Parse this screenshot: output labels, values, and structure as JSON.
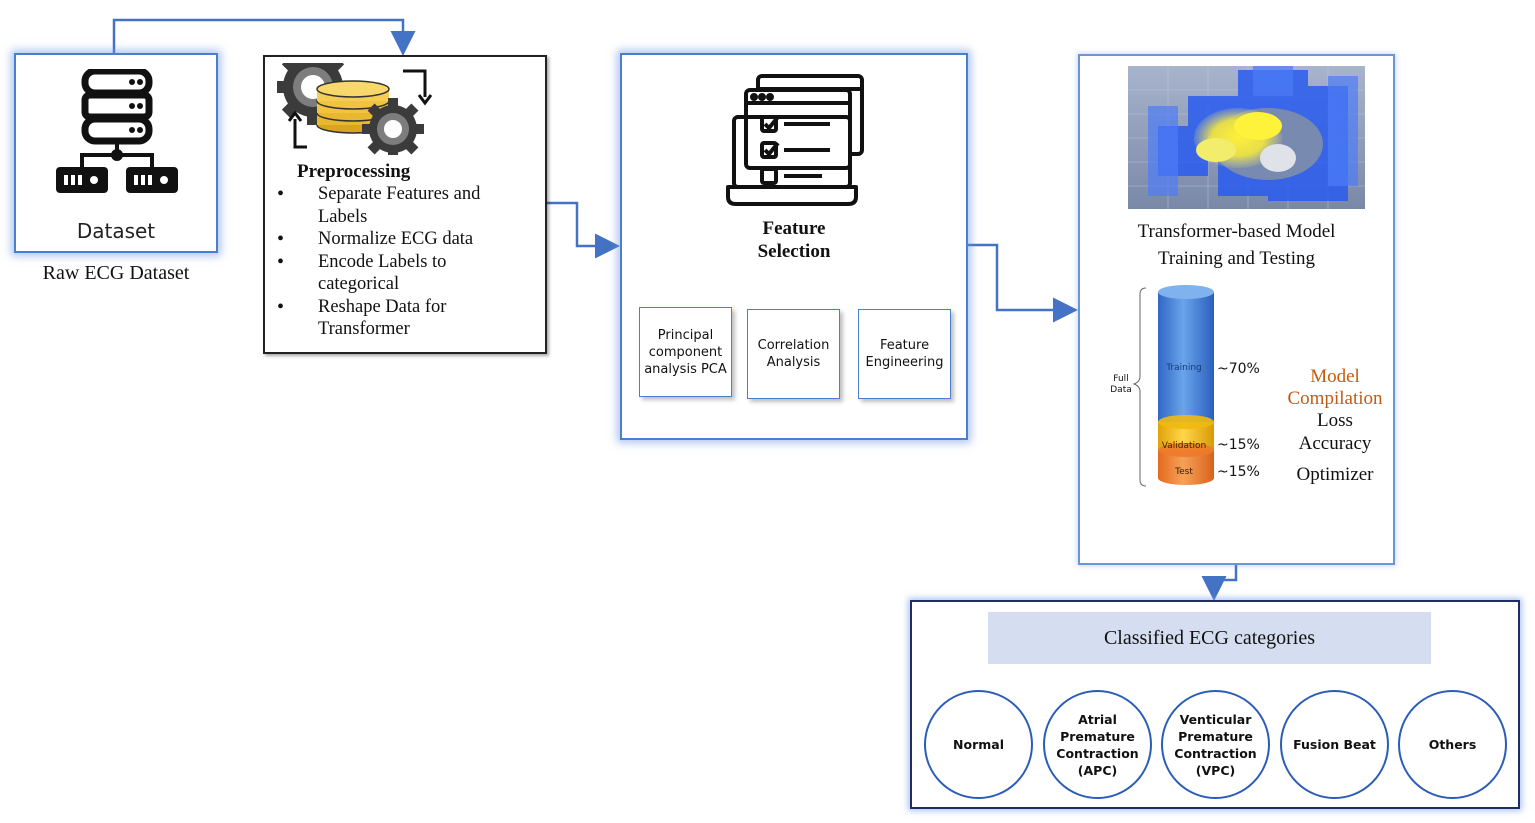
{
  "dataset": {
    "icon_label": "Dataset",
    "caption": "Raw ECG Dataset"
  },
  "preprocessing": {
    "title": "Preprocessing",
    "items": [
      "Separate Features and Labels",
      "Normalize ECG data",
      "Encode Labels to categorical",
      "Reshape Data for Transformer"
    ],
    "item_lines": [
      [
        "Separate Features and",
        "Labels"
      ],
      [
        "Normalize ECG data"
      ],
      [
        "Encode Labels to",
        "categorical"
      ],
      [
        "Reshape Data for",
        "Transformer"
      ]
    ]
  },
  "feature_selection": {
    "title_line1": "Feature",
    "title_line2": "Selection",
    "methods": [
      {
        "line1": "Principal",
        "line2": "component",
        "line3": "analysis PCA"
      },
      {
        "line1": "Correlation",
        "line2": "Analysis"
      },
      {
        "line1": "Feature",
        "line2": "Engineering"
      }
    ]
  },
  "model": {
    "title_line1": "Transformer-based Model",
    "title_line2": "Training and Testing",
    "split": {
      "label_line1": "Full",
      "label_line2": "Data",
      "segments": [
        {
          "name": "Training",
          "percent_label": "~70%",
          "fraction": 0.7,
          "color": "#3a7bd5"
        },
        {
          "name": "Validation",
          "percent_label": "~15%",
          "fraction": 0.15,
          "color": "#f1b90f"
        },
        {
          "name": "Test",
          "percent_label": "~15%",
          "fraction": 0.15,
          "color": "#ee7a2b"
        }
      ]
    },
    "compilation": {
      "title_line1": "Model",
      "title_line2": "Compilation",
      "items": [
        "Loss",
        "Accuracy",
        "Optimizer"
      ],
      "title_color": "#c55a11"
    }
  },
  "classification": {
    "title": "Classified ECG categories",
    "categories": [
      {
        "lines": [
          "Normal"
        ]
      },
      {
        "lines": [
          "Atrial",
          "Premature",
          "Contraction",
          "(APC)"
        ]
      },
      {
        "lines": [
          "Venticular",
          "Premature",
          "Contraction",
          "(VPC)"
        ]
      },
      {
        "lines": [
          "Fusion Beat"
        ]
      },
      {
        "lines": [
          "Others"
        ]
      }
    ]
  },
  "colors": {
    "arrow": "#4472c4",
    "box_border": "#4a7fd0",
    "category_band": "#d5ddf0"
  }
}
